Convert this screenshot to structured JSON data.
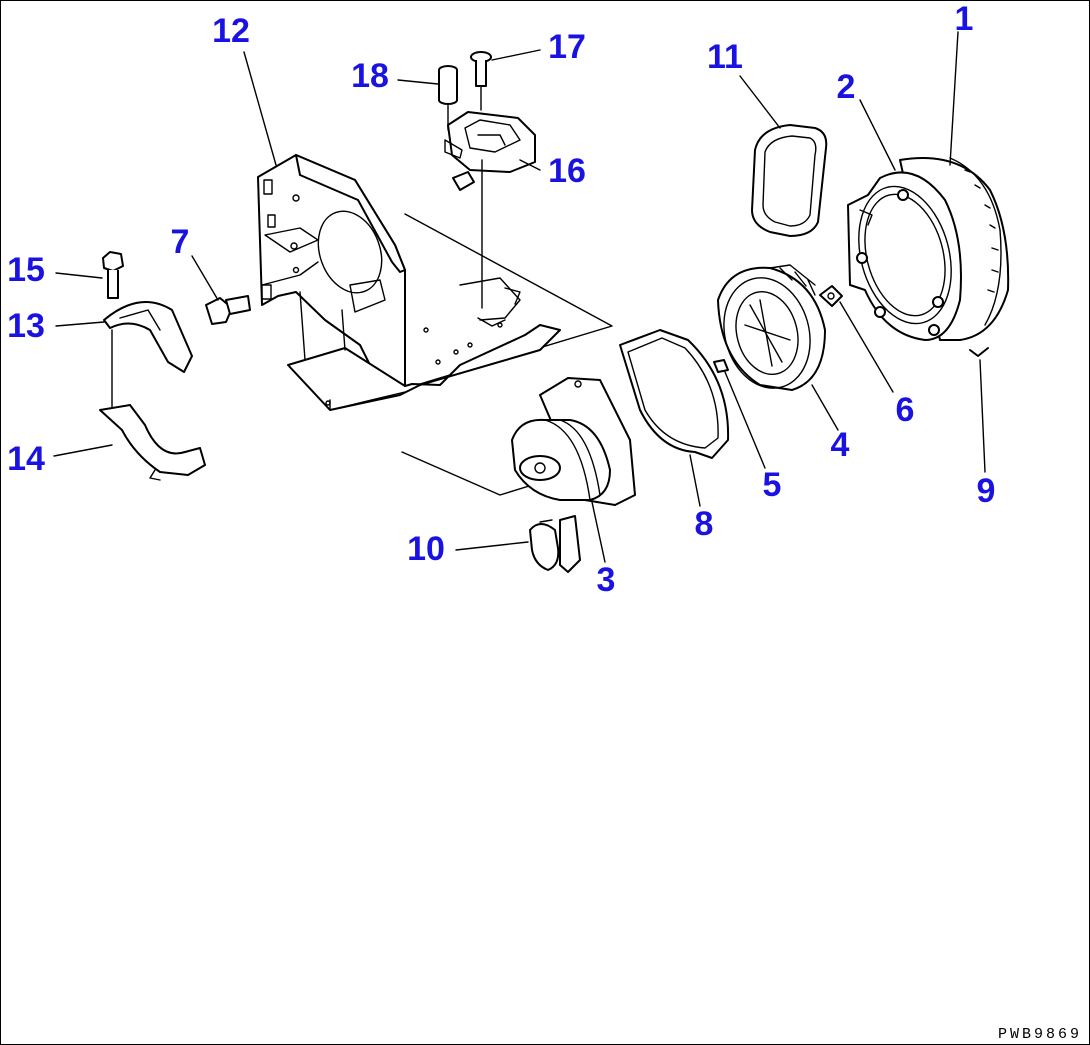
{
  "diagram": {
    "label_color": "#1a12e0",
    "drawing_code": "PWB9869",
    "callouts": [
      "1",
      "2",
      "3",
      "4",
      "5",
      "6",
      "7",
      "8",
      "9",
      "10",
      "11",
      "12",
      "13",
      "14",
      "15",
      "16",
      "17",
      "18"
    ]
  }
}
